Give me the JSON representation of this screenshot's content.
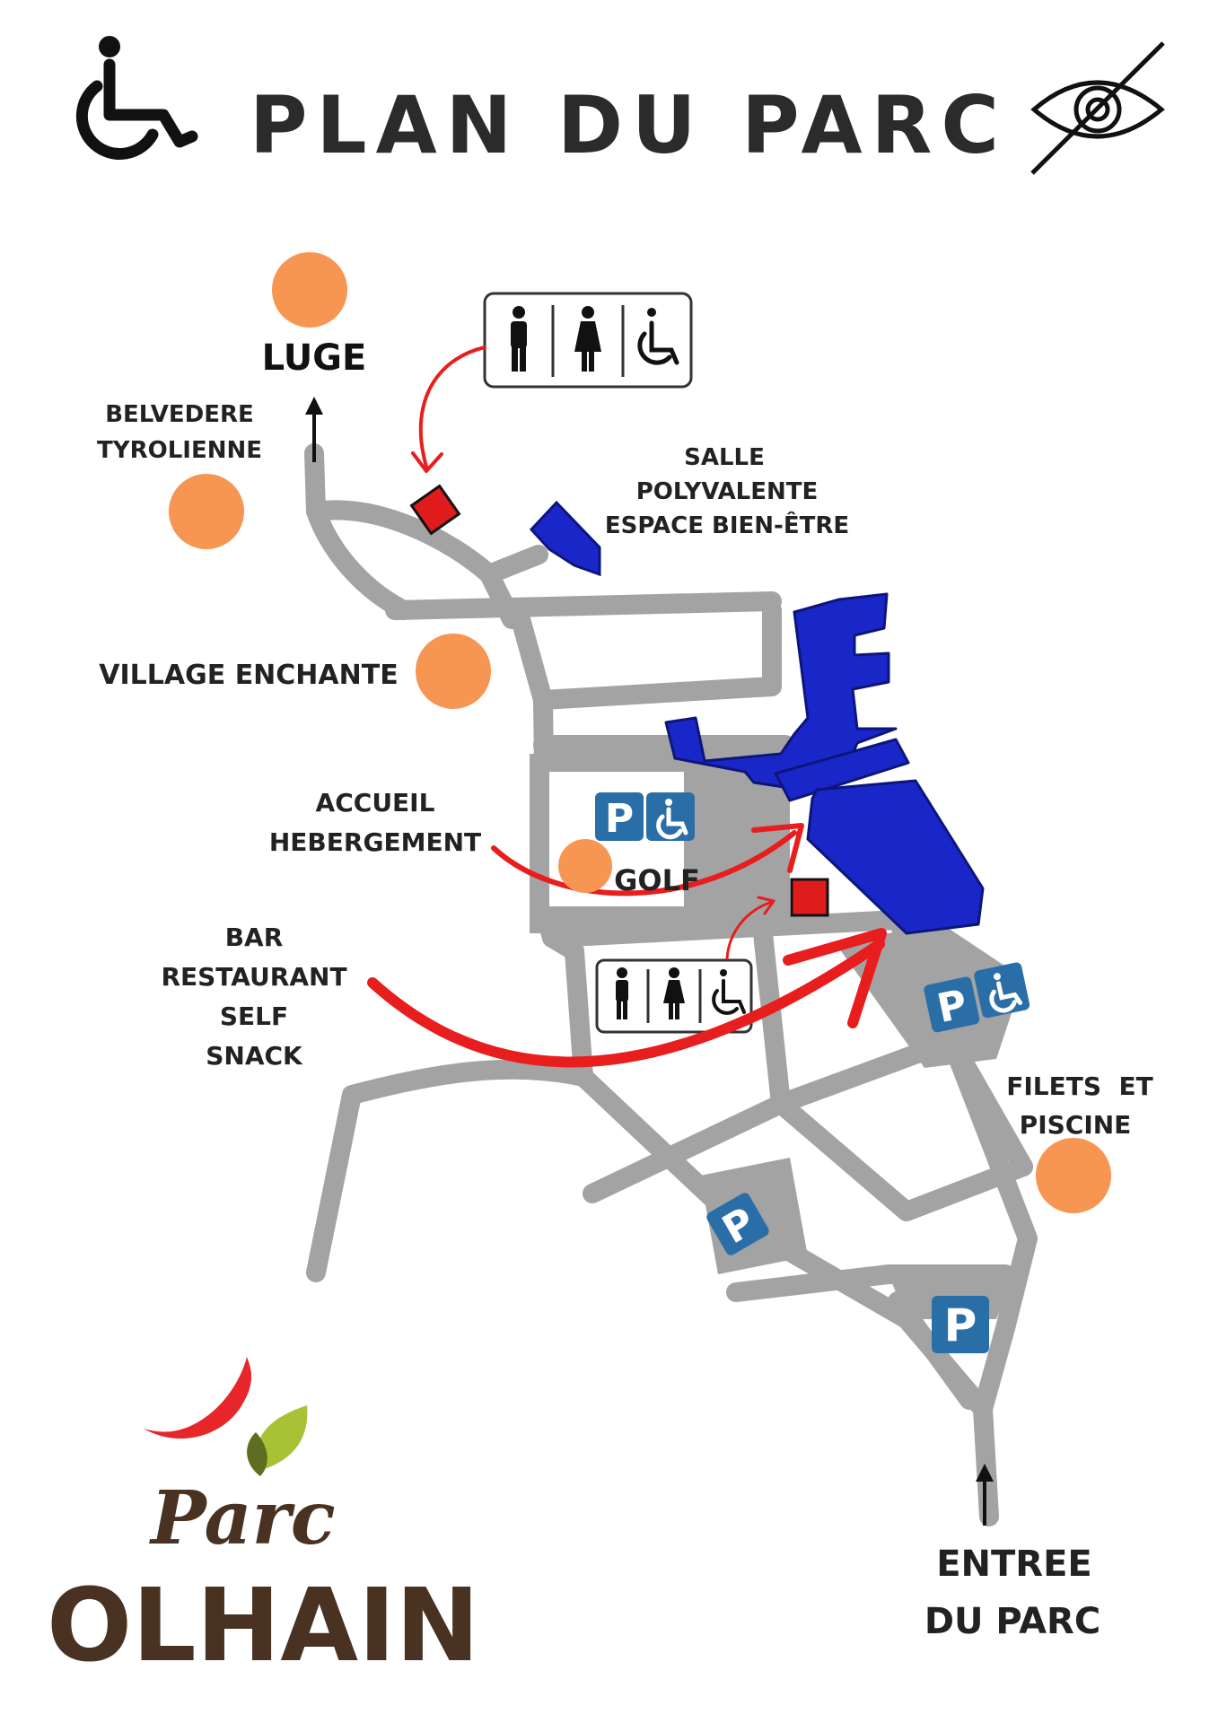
{
  "title": "PLAN DU PARC",
  "icons": {
    "accessibility": "wheelchair-icon",
    "visual_impairment": "eye-slash-icon"
  },
  "colors": {
    "path": "#a3a3a3",
    "building": "#1a27c8",
    "poi": "#f79552",
    "toilet": "#e01b1b",
    "arrow": "#e81d1d",
    "parking": "#2a6ea8",
    "text": "#222222"
  },
  "labels": {
    "luge": "LUGE",
    "belvedere": "BELVEDERE",
    "tyrolienne": "TYROLIENNE",
    "salle": "SALLE",
    "polyvalente": "POLYVALENTE",
    "espace": "ESPACE BIEN-ÊTRE",
    "village": "VILLAGE ENCHANTE",
    "accueil": "ACCUEIL",
    "hebergement": "HEBERGEMENT",
    "golf": "GOLF",
    "bar": "BAR",
    "restaurant": "RESTAURANT",
    "self": "SELF",
    "snack": "SNACK",
    "filets": "FILETS  ET",
    "piscine": "PISCINE",
    "entree": "ENTREE",
    "du_parc": "DU PARC"
  },
  "parking": {
    "letter": "P"
  },
  "logo": {
    "script": "Parc",
    "name": "OLHAIN"
  }
}
